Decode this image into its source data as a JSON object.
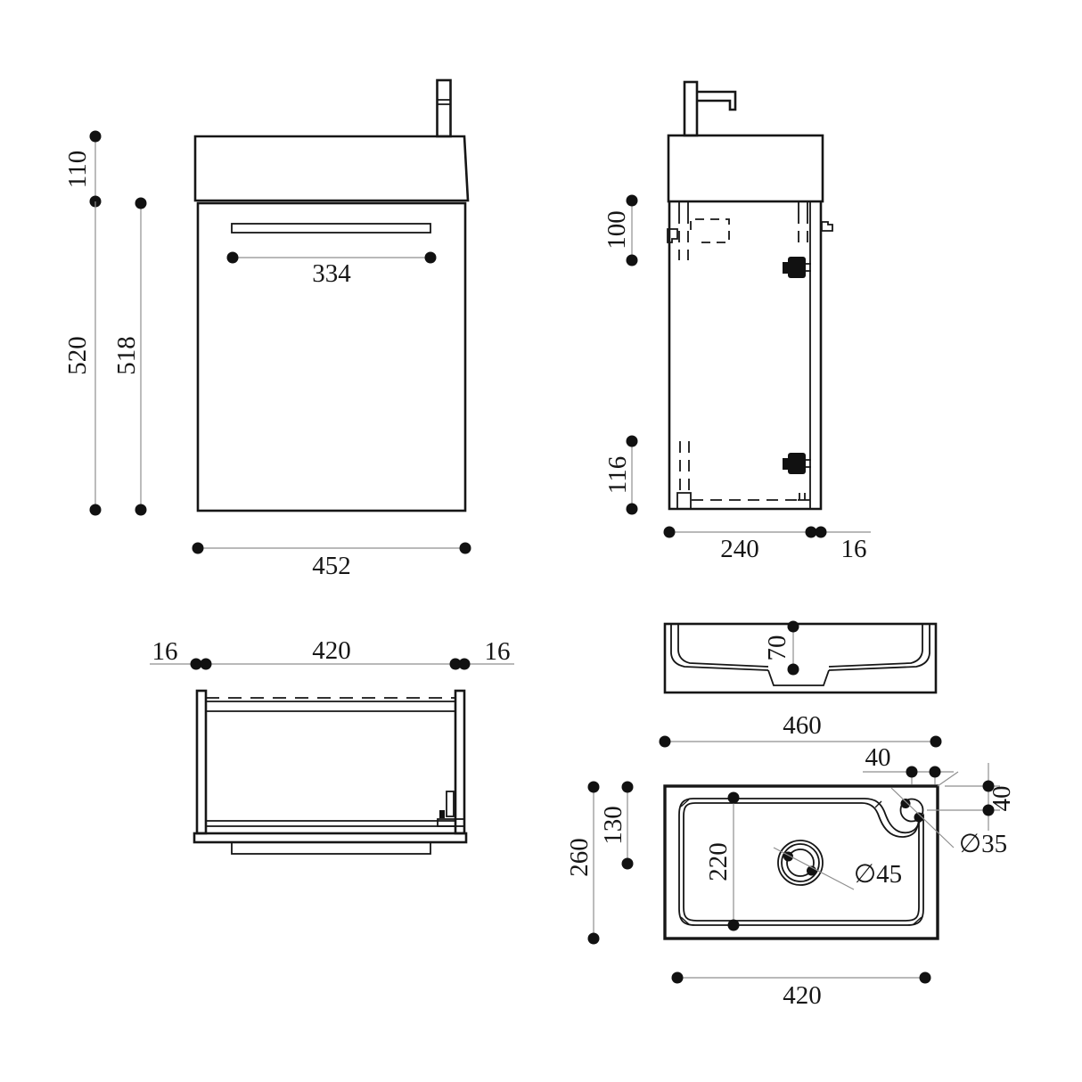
{
  "drawing_type": "vanity-unit-technical-drawing",
  "colors": {
    "line": "#161616",
    "dimension_line": "#8f8f8f",
    "dot": "#111111",
    "background": "#ffffff"
  },
  "dims": {
    "front": {
      "basin_height": "110",
      "total_height": "520",
      "cabinet_height": "518",
      "handle_width": "334",
      "overall_width": "452"
    },
    "side": {
      "hanger_offset": "100",
      "bottom_offset": "116",
      "depth": "240",
      "door_thickness": "16"
    },
    "top": {
      "left_thickness": "16",
      "inner_width": "420",
      "right_thickness": "16"
    },
    "basin_front": {
      "bowl_depth": "70",
      "width": "460"
    },
    "basin_plan": {
      "tap_offset_h": "40",
      "tap_offset_v": "40",
      "drain_offset": "130",
      "depth": "260",
      "bowl_depth": "220",
      "bowl_width": "420",
      "drain_dia": "∅45",
      "tap_dia": "∅35"
    }
  }
}
